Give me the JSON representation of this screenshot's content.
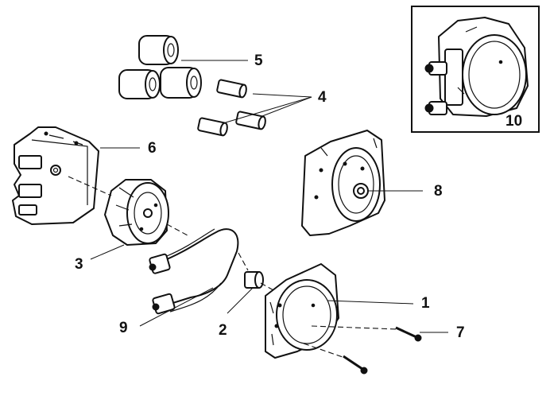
{
  "callouts": {
    "n1": "1",
    "n2": "2",
    "n3": "3",
    "n4": "4",
    "n5": "5",
    "n6": "6",
    "n7": "7",
    "n8": "8",
    "n9": "9",
    "n10": "10"
  },
  "colors": {
    "ink": "#111111",
    "background": "#ffffff"
  }
}
